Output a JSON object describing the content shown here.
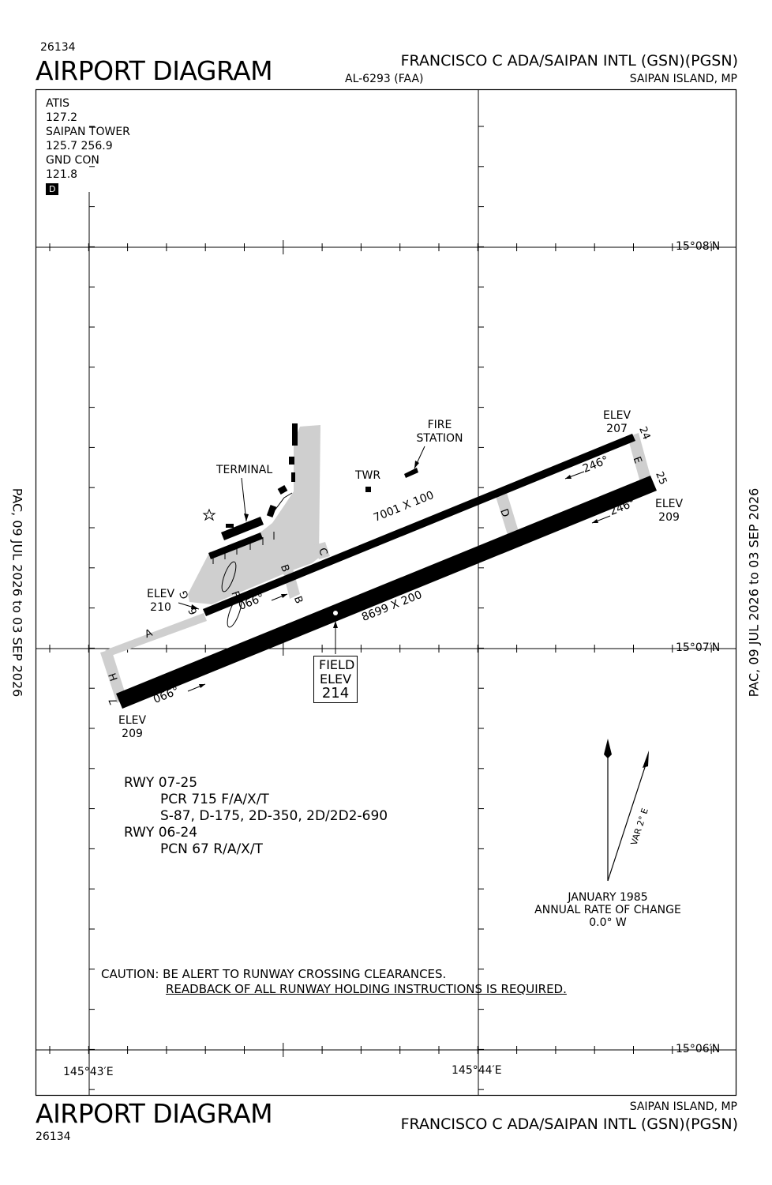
{
  "header": {
    "volume": "26134",
    "title": "AIRPORT DIAGRAM",
    "airport_name": "FRANCISCO C ADA/SAIPAN INTL (GSN)(PGSN)",
    "chart_id": "AL-6293 (FAA)",
    "location": "SAIPAN ISLAND, MP"
  },
  "frequencies": {
    "atis_label": "ATIS",
    "atis": "127.2",
    "tower_label": "SAIPAN TOWER",
    "tower": "125.7  256.9",
    "gnd_label": "GND CON",
    "gnd": "121.8",
    "d_symbol": "D"
  },
  "validity": {
    "left": "PAC,  09 JUL 2026  to  03 SEP 2026",
    "right": "PAC,  09 JUL 2026  to  03 SEP 2026"
  },
  "coordinates": {
    "lat_top": "15°08′N",
    "lat_mid": "15°07′N",
    "lat_bottom": "15°06′N",
    "lon_left": "145°43′E",
    "lon_right": "145°44′E"
  },
  "runways": {
    "rwy_06_24_dims": "7001 X 100",
    "rwy_07_25_dims": "8699 X 200",
    "hdg_066_a": "066°",
    "hdg_066_b": "066°",
    "hdg_246_a": "246°",
    "hdg_246_b": "246°",
    "end_6": "6",
    "end_7": "7",
    "end_24": "24",
    "end_25": "25"
  },
  "elevations": {
    "elev_label": "ELEV",
    "e210": "210",
    "e209_sw": "209",
    "e207": "207",
    "e209_ne": "209",
    "field_label_1": "FIELD",
    "field_label_2": "ELEV",
    "field_elev": "214"
  },
  "labels": {
    "terminal": "TERMINAL",
    "twr": "TWR",
    "fire_1": "FIRE",
    "fire_2": "STATION"
  },
  "taxiways": {
    "A": "A",
    "B": "B",
    "B2": "B",
    "C": "C",
    "D": "D",
    "E": "E",
    "F": "F",
    "G": "G",
    "H": "H"
  },
  "runway_info": {
    "rwy1": "RWY 07-25",
    "rwy1_pcr": "PCR 715 F/A/X/T",
    "rwy1_wt": "S-87, D-175, 2D-350, 2D/2D2-690",
    "rwy2": "RWY 06-24",
    "rwy2_pcn": "PCN 67 R/A/X/T"
  },
  "caution": {
    "line1": "CAUTION: BE ALERT TO RUNWAY CROSSING CLEARANCES.",
    "line2": "READBACK OF ALL RUNWAY HOLDING INSTRUCTIONS IS REQUIRED."
  },
  "magnetic": {
    "var": "VAR 2° E",
    "date": "JANUARY 1985",
    "rate_label": "ANNUAL RATE OF CHANGE",
    "rate": "0.0° W"
  }
}
